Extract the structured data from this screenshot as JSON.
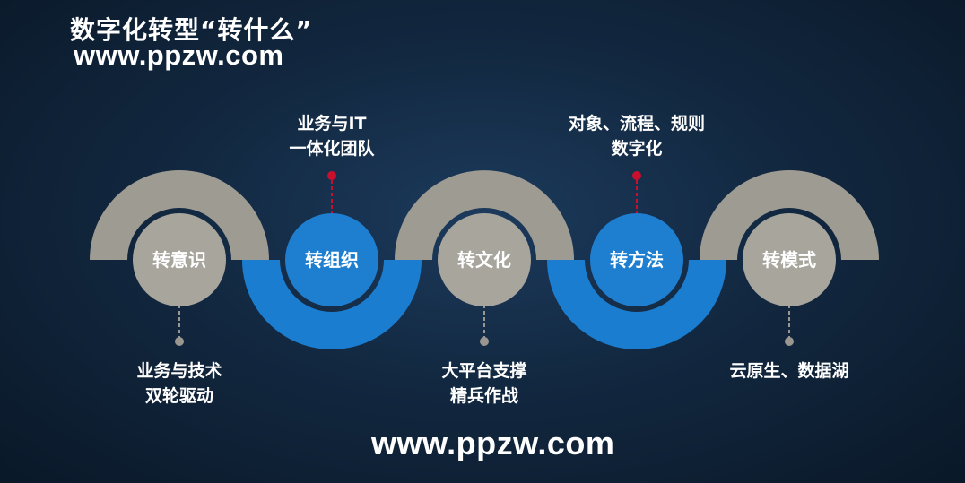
{
  "title": "数字化转型“转什么”",
  "watermark_top": "www.ppzw.com",
  "watermark_bottom": "www.ppzw.com",
  "nodes": [
    {
      "label": "转意识",
      "color": "#a8a59d"
    },
    {
      "label": "转组织",
      "color": "#1e7fd0"
    },
    {
      "label": "转文化",
      "color": "#a8a59d"
    },
    {
      "label": "转方法",
      "color": "#1e7fd0"
    },
    {
      "label": "转模式",
      "color": "#a8a59d"
    }
  ],
  "annotations": [
    {
      "lines": [
        "业务与技术",
        "双轮驱动"
      ]
    },
    {
      "lines": [
        "业务与IT",
        "一体化团队"
      ]
    },
    {
      "lines": [
        "大平台支撑",
        "精兵作战"
      ]
    },
    {
      "lines": [
        "对象、流程、规则",
        "数字化"
      ]
    },
    {
      "lines": [
        "云原生、数据湖"
      ]
    }
  ],
  "colors": {
    "gray": "#9e9b93",
    "blue": "#1a7dd0",
    "marker_red": "#c8102e",
    "marker_gray": "#9a9790"
  }
}
